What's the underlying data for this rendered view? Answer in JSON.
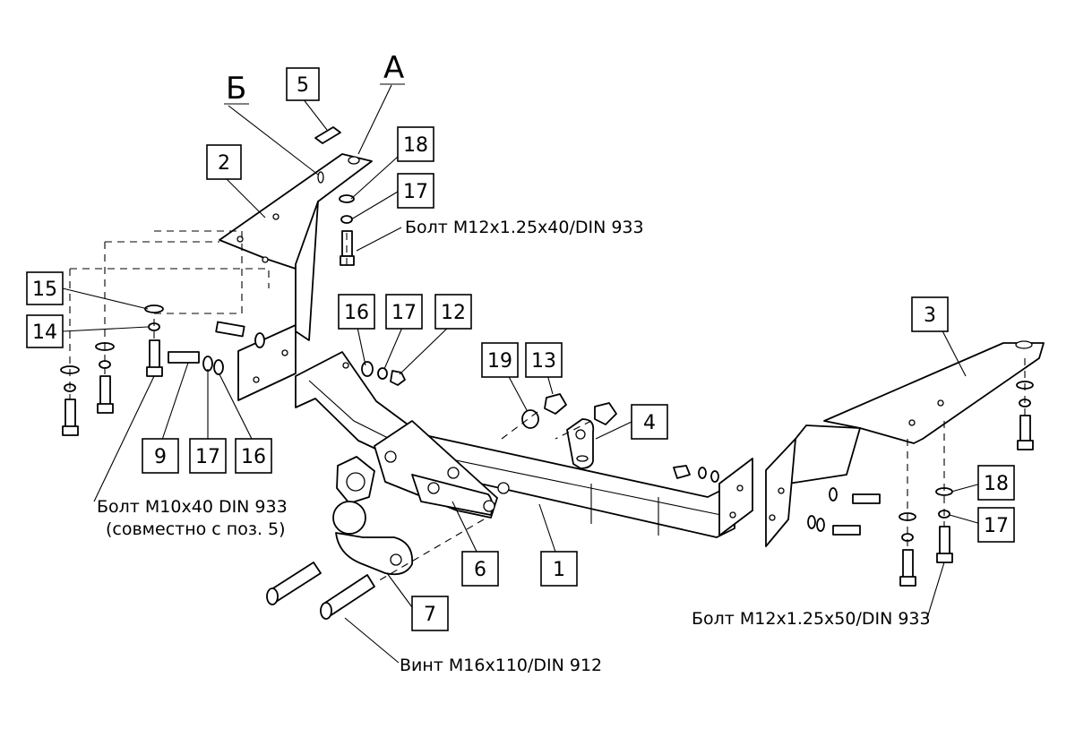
{
  "view_labels": {
    "view_b": "Б",
    "view_a": "А"
  },
  "callouts": {
    "c5": "5",
    "c2": "2",
    "c18_top": "18",
    "c17_top": "17",
    "c15": "15",
    "c14": "14",
    "c16_mid": "16",
    "c17_mid": "17",
    "c12": "12",
    "c19": "19",
    "c13": "13",
    "c4": "4",
    "c3": "3",
    "c9": "9",
    "c17_bottom": "17",
    "c16_bottom": "16",
    "c6": "6",
    "c1": "1",
    "c7": "7",
    "c18_right": "18",
    "c17_right": "17"
  },
  "notes": {
    "bolt_m12x40": "Болт M12x1.25x40/DIN 933",
    "bolt_m10x40": "Болт M10x40 DIN 933",
    "bolt_m10x40_sub": "(совместно с поз. 5)",
    "bolt_m12x50": "Болт M12x1.25x50/DIN 933",
    "screw_m16": "Винт M16x110/DIN 912"
  }
}
